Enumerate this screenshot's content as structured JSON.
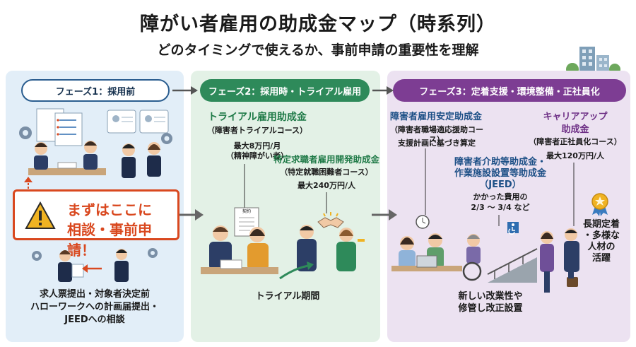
{
  "header": {
    "title": "障がい者雇用の助成金マップ（時系列）",
    "subtitle": "どのタイミングで使えるか、事前申請の重要性を理解"
  },
  "phase1": {
    "label": "フェーズ1：採用前",
    "callout_line1": "まずはここに",
    "callout_line2": "相談・事前申請！",
    "steps": [
      "求人票提出・対象者決定前",
      "ハローワークへの計画届提出・",
      "JEEDへの相談"
    ]
  },
  "phase2": {
    "label": "フェーズ2：採用時・トライアル雇用",
    "trial": {
      "name": "トライアル雇用助成金",
      "course": "（障害者トライアルコース）",
      "amount1": "最大8万円/月",
      "amount2": "（精神障がい者）"
    },
    "tokutei": {
      "name": "特定求職者雇用開発助成金",
      "course": "（特定就職困難者コース）",
      "amount": "最大240万円/人"
    },
    "period_label": "トライアル期間",
    "doc_label": "契約"
  },
  "phase3": {
    "label": "フェーズ3：定着支援・環境整備・正社員化",
    "antei": {
      "name": "障害者雇用安定助成金",
      "course": "（障害者職場適応援助コース）",
      "note": "支援計画に基づき算定"
    },
    "kaijo": {
      "name1": "障害者介助等助成金・",
      "name2": "作業施設設置等助成金",
      "name3": "（JEED）",
      "note1": "かかった費用の",
      "note2": "2/3 ～ 3/4 など"
    },
    "career": {
      "name1": "キャリアアップ",
      "name2": "助成金",
      "course": "（障害者正社員化コース）",
      "amount": "最大120万円/人"
    },
    "renovation1": "新しい改業性や",
    "renovation2": "修管し改正設置",
    "outcome1": "長期定着",
    "outcome2": "・多様な",
    "outcome3": "人材の",
    "outcome4": "活躍"
  },
  "colors": {
    "phase1_bg": "#e2eef8",
    "phase2_bg": "#e3f1e6",
    "phase3_bg": "#ece2f1",
    "phase1_border": "#2a5d8f",
    "phase2_accent": "#2e8a5a",
    "phase3_accent": "#7d3d93",
    "warning": "#d9481f"
  }
}
